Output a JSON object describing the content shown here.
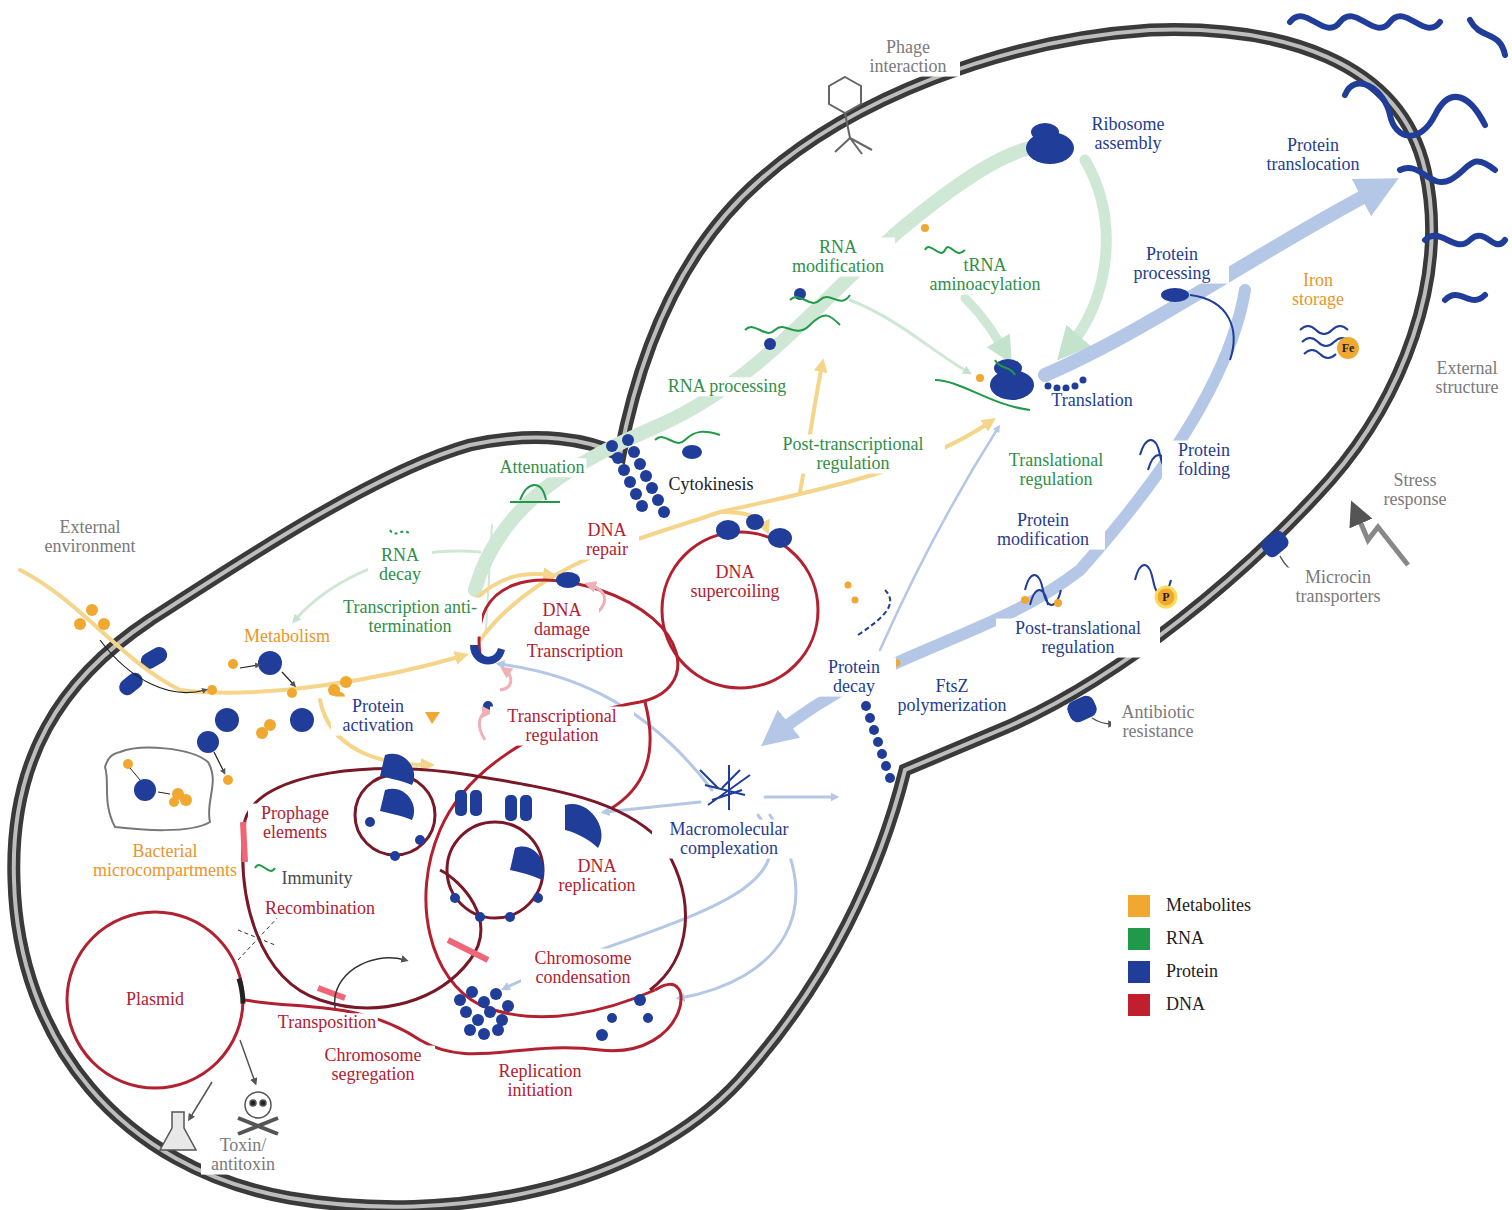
{
  "diagram": {
    "nodes": [
      {
        "text": [
          "Bacterial microcompartments"
        ]
      },
      {
        "text": [
          "Plasmid"
        ]
      }
    ],
    "labels": [
      "Phage interaction",
      "Ribosome assembly",
      "Protein translocation",
      "RNA modification",
      "tRNA aminoacylation",
      "Protein processing",
      "Iron storage",
      "Fe",
      "External structure",
      "RNA processing",
      "Translation",
      "Post-transcriptional regulation",
      "Protein folding",
      "Attenuation",
      "Translational regulation",
      "Stress response",
      "Cytokinesis",
      "External environment",
      "Protein modification",
      "DNA repair",
      "RNA decay",
      "DNA supercoiling",
      "Microcin transporters",
      "P",
      "Transcription anti-termination",
      "DNA damage",
      "Metabolism",
      "Post-translational regulation",
      "Transcription",
      "Protein decay",
      "FtsZ polymerization",
      "Protein activation",
      "Antibiotic resistance",
      "Transcriptional regulation",
      "Prophage elements",
      "Macromolecular complexation",
      "DNA replication",
      "Immunity",
      "Recombination",
      "Chromosome condensation",
      "Transposition",
      "Chromosome segregation",
      "Replication initiation",
      "Toxin/ antitoxin"
    ],
    "legend": [
      {
        "text": "Metabolites",
        "color": "#f0a830"
      },
      {
        "text": "RNA",
        "color": "#1e9a48"
      },
      {
        "text": "Protein",
        "color": "#1f3d99"
      },
      {
        "text": "DNA",
        "color": "#c0202e"
      }
    ]
  }
}
